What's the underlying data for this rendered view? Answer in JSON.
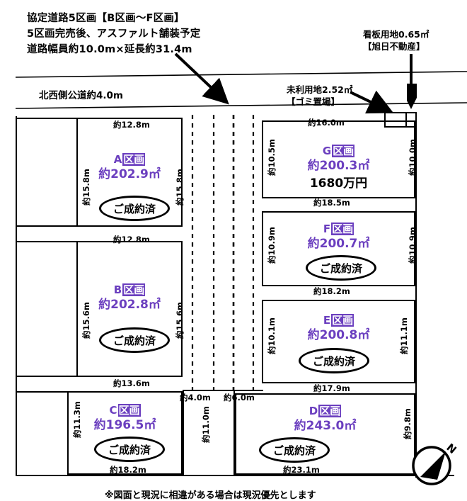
{
  "header": {
    "line1": "協定道路5区画【B区画～F区画】",
    "line2": "5区画完売後、アスファルト舗装予定",
    "line3": "道路幅員約10.0m×延長約31.4m"
  },
  "annotations": {
    "signboard": {
      "line1": "看板用地0.65㎡",
      "line2": "【旭日不動産】"
    },
    "unused": {
      "line1": "未利用地2.52㎡",
      "line2": "【ゴミ置場】"
    },
    "northwest_road": "北西側公道約4.0m"
  },
  "status_label": "ご成約済",
  "plots": [
    {
      "id": "A",
      "name": "A",
      "kuka": "区画",
      "area": "約202.9",
      "unit": "㎡",
      "status": "ご成約済",
      "price": "",
      "dims": {
        "top": "約12.8m",
        "left": "約15.8m",
        "right": "約15.8m",
        "bottom": ""
      }
    },
    {
      "id": "B",
      "name": "B",
      "kuka": "区画",
      "area": "約202.8",
      "unit": "㎡",
      "status": "ご成約済",
      "price": "",
      "dims": {
        "top": "約12.8m",
        "left": "約15.6m",
        "right": "約15.6m",
        "bottom": "約13.6m"
      }
    },
    {
      "id": "C",
      "name": "C",
      "kuka": "区画",
      "area": "約196.5",
      "unit": "㎡",
      "status": "ご成約済",
      "price": "",
      "dims": {
        "top": "",
        "left": "約11.3m",
        "right": "",
        "bottom": "約18.2m"
      }
    },
    {
      "id": "D",
      "name": "D",
      "kuka": "区画",
      "area": "約243.0",
      "unit": "㎡",
      "status": "ご成約済",
      "price": "",
      "dims": {
        "top": "",
        "left": "",
        "right": "約9.8m",
        "bottom": "約23.1m"
      }
    },
    {
      "id": "E",
      "name": "E",
      "kuka": "区画",
      "area": "約200.8",
      "unit": "㎡",
      "status": "ご成約済",
      "price": "",
      "dims": {
        "top": "",
        "left": "約10.1m",
        "right": "約11.1m",
        "bottom": "約17.9m"
      }
    },
    {
      "id": "F",
      "name": "F",
      "kuka": "区画",
      "area": "約200.7",
      "unit": "㎡",
      "status": "ご成約済",
      "price": "",
      "dims": {
        "top": "",
        "left": "約10.9m",
        "right": "約10.9m",
        "bottom": "約18.2m"
      }
    },
    {
      "id": "G",
      "name": "G",
      "kuka": "区画",
      "area": "約200.3",
      "unit": "㎡",
      "status": "",
      "price": "1680万円",
      "dims": {
        "top": "約16.0m",
        "left": "約10.5m",
        "right": "約10.0m",
        "bottom": "約18.5m"
      }
    }
  ],
  "private_road": {
    "width_left": "約4.0m",
    "width_right": "約6.0m",
    "length": "約11.0m"
  },
  "compass": {
    "label": "N"
  },
  "footer": "※図面と現況に相違がある場合は現況優先とします",
  "colors": {
    "plot_purple": "#6b3fbf",
    "line_black": "#000000",
    "background": "#ffffff"
  }
}
